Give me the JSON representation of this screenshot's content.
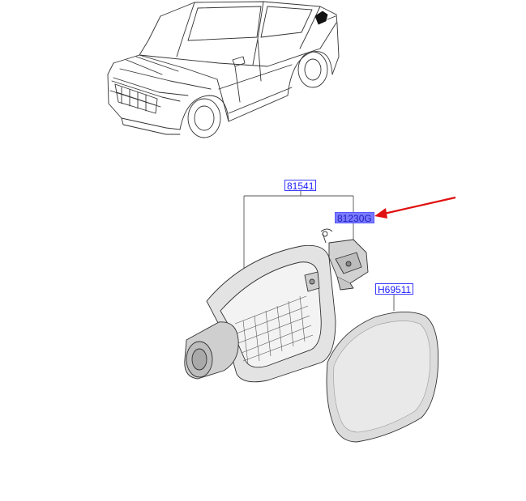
{
  "diagram": {
    "callouts": [
      {
        "id": "81541",
        "label": "81541",
        "style": "normal"
      },
      {
        "id": "81230G",
        "label": "81230G",
        "style": "highlight"
      },
      {
        "id": "H69511",
        "label": "H69511",
        "style": "normal"
      }
    ],
    "colors": {
      "label_text": "#1a1aff",
      "label_border": "#3a3aff",
      "highlight_fill": "#7a7aff",
      "arrow": "#e01010",
      "line_art": "#333333",
      "part_shading": "#d9d9d9"
    },
    "highlighted_part": "81230G"
  }
}
